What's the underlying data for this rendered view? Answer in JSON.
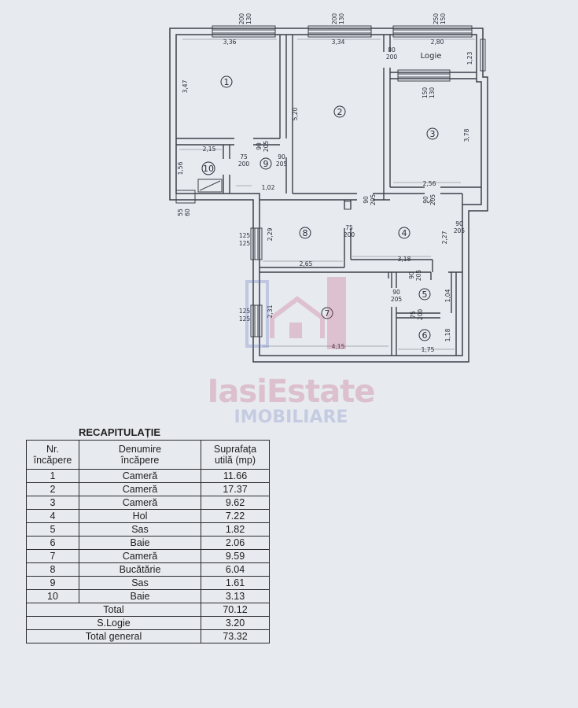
{
  "plan": {
    "rooms": [
      "1",
      "2",
      "3",
      "4",
      "5",
      "6",
      "7",
      "8",
      "9",
      "10"
    ],
    "room_labels": {
      "logie": "Logie"
    },
    "dims": {
      "w1": "3,36",
      "w2": "3,34",
      "w3": "2,80",
      "h1": "3,47",
      "h2": "5,20",
      "logie_h": "1,23",
      "r3w": "2,56",
      "r3h": "3,78",
      "r10w": "2,15",
      "r10h": "1,56",
      "r9w": "1,02",
      "r8h": "2,29",
      "r8w": "2,65",
      "r4w": "3,18",
      "r4h": "2,27",
      "r7h": "2,31",
      "r7w": "4,15",
      "r5h": "1,04",
      "r6h": "1,18",
      "r6w": "1,75"
    },
    "openings": {
      "top1": [
        "200",
        "130"
      ],
      "top2": [
        "200",
        "130"
      ],
      "top3": [
        "250",
        "150"
      ],
      "logie_door": [
        "80",
        "200"
      ],
      "r3_win": [
        "150",
        "130"
      ],
      "d_r1": [
        "90",
        "205"
      ],
      "d_r10": [
        "75",
        "200"
      ],
      "d_r9": [
        "90",
        "205"
      ],
      "d_r2": [
        "90",
        "205"
      ],
      "d_r3": [
        "90",
        "205"
      ],
      "d_entry": [
        "90",
        "205"
      ],
      "d_r8": [
        "75",
        "200"
      ],
      "d_r5": [
        "90",
        "205"
      ],
      "d_r5b": [
        "90",
        "205"
      ],
      "d_r6": [
        "75",
        "200"
      ],
      "w_r10": [
        "55",
        "60"
      ],
      "w_r8": [
        "125",
        "125"
      ],
      "w_r7": [
        "125",
        "125"
      ]
    }
  },
  "watermark": {
    "main": "IasiEstate",
    "sub": "IMOBILIARE"
  },
  "recap": {
    "title": "RECAPITULAȚIE",
    "headers": {
      "nr": [
        "Nr.",
        "încăpere"
      ],
      "name": [
        "Denumire",
        "încăpere"
      ],
      "area": [
        "Suprafața",
        "utilă (mp)"
      ]
    },
    "rows": [
      {
        "nr": "1",
        "name": "Cameră",
        "area": "11.66"
      },
      {
        "nr": "2",
        "name": "Cameră",
        "area": "17.37"
      },
      {
        "nr": "3",
        "name": "Cameră",
        "area": "9.62"
      },
      {
        "nr": "4",
        "name": "Hol",
        "area": "7.22"
      },
      {
        "nr": "5",
        "name": "Sas",
        "area": "1.82"
      },
      {
        "nr": "6",
        "name": "Baie",
        "area": "2.06"
      },
      {
        "nr": "7",
        "name": "Cameră",
        "area": "9.59"
      },
      {
        "nr": "8",
        "name": "Bucătărie",
        "area": "6.04"
      },
      {
        "nr": "9",
        "name": "Sas",
        "area": "1.61"
      },
      {
        "nr": "10",
        "name": "Baie",
        "area": "3.13"
      }
    ],
    "totals": [
      {
        "label": "Total",
        "area": "70.12"
      },
      {
        "label": "S.Logie",
        "area": "3.20"
      },
      {
        "label": "Total general",
        "area": "73.32"
      }
    ]
  }
}
